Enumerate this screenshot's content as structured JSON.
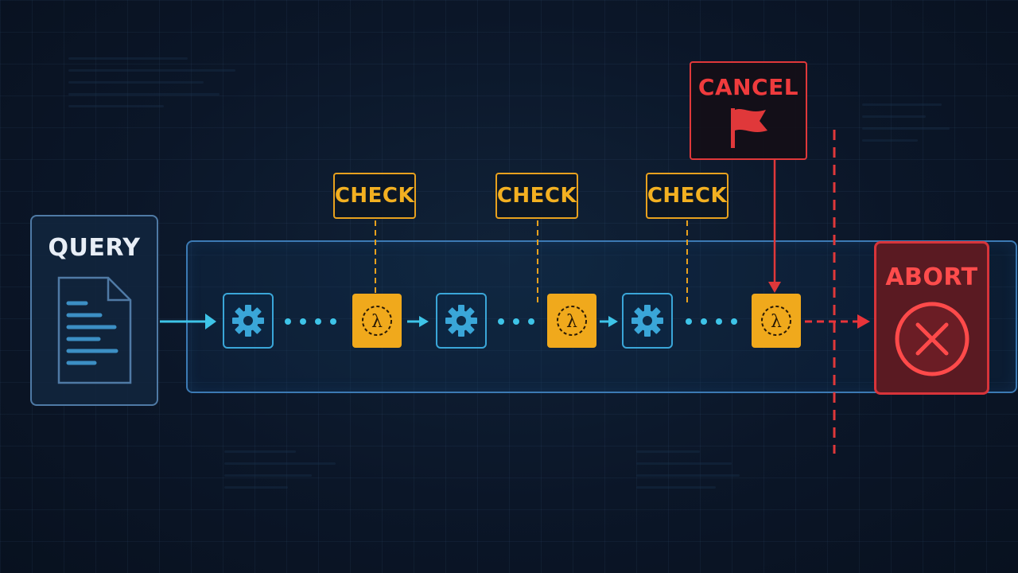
{
  "query": {
    "label": "QUERY"
  },
  "checks": [
    {
      "label": "CHECK"
    },
    {
      "label": "CHECK"
    },
    {
      "label": "CHECK"
    }
  ],
  "cancel": {
    "label": "CANCEL"
  },
  "abort": {
    "label": "ABORT"
  },
  "nodes": {
    "lambda_symbol": "λ"
  },
  "colors": {
    "background": "#0b1628",
    "blue_accent": "#3aa6d8",
    "orange_accent": "#f0a91c",
    "red_accent": "#e0383a"
  },
  "icons": {
    "document": "document-icon",
    "gear": "gear-icon",
    "lambda": "lambda-icon",
    "flag": "flag-icon",
    "abort": "x-circle-icon"
  }
}
